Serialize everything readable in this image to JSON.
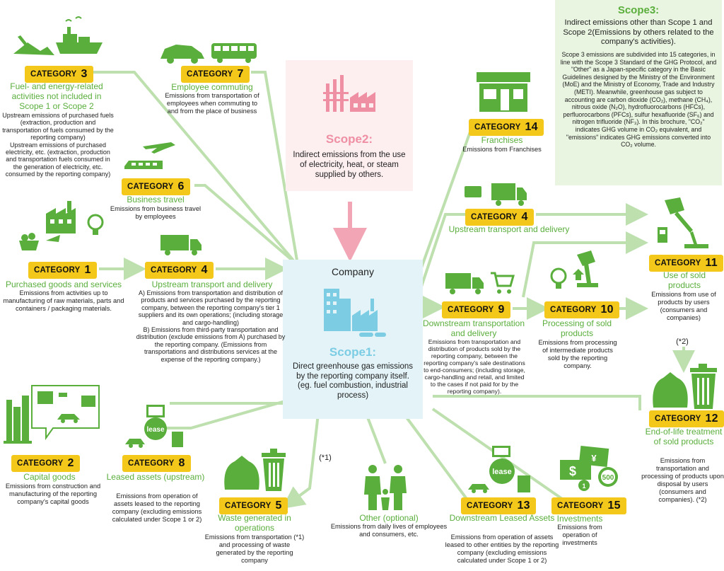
{
  "company": {
    "label": "Company",
    "scope_title": "Scope1:",
    "scope_desc": "Direct greenhouse gas emissions by the reporting company itself.\n(eg. fuel combustion, industrial process)"
  },
  "scope2": {
    "title": "Scope2:",
    "desc": "Indirect emissions from the use of electricity, heat, or steam supplied by others."
  },
  "scope3": {
    "title": "Scope3:",
    "subtitle": "Indirect emissions other than Scope 1 and Scope 2(Emissions by others related to the company's activities).",
    "desc": "Scope 3 emissions are subdivided into 15 categories, in line with the Scope 3 Standard of the GHG Protocol, and \"Other\" as a Japan-specific category in the Basic Guidelines designed by the Ministry of the Environment (MoE) and the Ministry of Economy, Trade and Industry (METI). Meanwhile, greenhouse gas subject to accounting are carbon dioxide (CO₂), methane (CH₄), nitrous oxide (N₂O), hydrofluorocarbons (HFCs), perfluorocarbons (PFCs), sulfur hexafluoride (SF₆) and nitrogen trifluoride (NF₃). In this brochure, \"CO₂\" indicates GHG volume in CO₂ equivalent, and \"emissions\" indicates GHG emissions converted into CO₂ volume."
  },
  "badge_word": "CATEGORY",
  "categories": {
    "c1": {
      "num": "1",
      "title": "Purchased goods and services",
      "desc": "Emissions from activities up to manufacturing of raw materials, parts and containers / packaging materials."
    },
    "c2": {
      "num": "2",
      "title": "Capital goods",
      "desc": "Emissions from construction and manufacturing of the reporting company's capital goods"
    },
    "c3": {
      "num": "3",
      "title": "Fuel- and energy-related activities not included in Scope 1 or Scope 2",
      "desc": "Upstream emissions of purchased fuels (extraction, production and transportation of fuels consumed by the reporting company)\nUpstream emissions of purchased electricity, etc. (extraction, production and transportation fuels consumed in the generation of electricity, etc. consumed by the reporting company)"
    },
    "c4a": {
      "num": "4",
      "title": "Upstream transport and delivery",
      "desc": "A) Emissions from transportation and distribution of products and services purchased by the reporting company, between the reporting company's tier 1 suppliers and its own operations; (including storage and cargo-handling)\nB) Emissions from third-party transportation and distribution (exclude emissions from A) purchased by the reporting company. (Emissions from transportations and distributions services at the expense of the reporting company.)"
    },
    "c4b": {
      "num": "4",
      "title": "Upstream transport and delivery"
    },
    "c5": {
      "num": "5",
      "title": "Waste generated in operations",
      "desc": "Emissions from transportation (*1) and processing of waste generated by the reporting company"
    },
    "c6": {
      "num": "6",
      "title": "Business travel",
      "desc": "Emissions from business travel by employees"
    },
    "c7": {
      "num": "7",
      "title": "Employee commuting",
      "desc": "Emissions from transportation of employees when commuting to and from the place of business"
    },
    "c8": {
      "num": "8",
      "title": "Leased assets (upstream)",
      "desc": "Emissions from operation of assets leased to the reporting company (excluding emissions calculated under Scope 1 or 2)"
    },
    "c9": {
      "num": "9",
      "title": "Downstream transportation and delivery",
      "desc": "Emissions from transportation and distribution of products sold by the reporting company, between the reporting company's sale destinations to end-consumers; (including storage, cargo-handling and retail, and limited to the cases if not paid for by the reporting company)."
    },
    "c10": {
      "num": "10",
      "title": "Processing of sold products",
      "desc": "Emissions from processing of intermediate products sold by the reporting company."
    },
    "c11": {
      "num": "11",
      "title": "Use of sold products",
      "desc": "Emissions from use of products by users (consumers and companies)"
    },
    "c12": {
      "num": "12",
      "title": "End-of-life treatment of sold products",
      "desc": "Emissions from transportation and processing of products upon disposal by users (consumers and companies). (*2)"
    },
    "c13": {
      "num": "13",
      "title": "Downstream Leased Assets",
      "desc": "Emissions from operation of assets leased to other entities by the reporting company (excluding emissions calculated under Scope 1 or 2)"
    },
    "c14": {
      "num": "14",
      "title": "Franchises",
      "desc": "Emissions from Franchises"
    },
    "c15": {
      "num": "15",
      "title": "Investments",
      "desc": "Emissions from operation of investments"
    },
    "other": {
      "title": "Other (optional)",
      "desc": "Emissions from daily lives of employees and consumers, etc."
    }
  },
  "notes": {
    "n1": "(*1)",
    "n2": "(*2)"
  },
  "icon_text": {
    "lease": "lease",
    "yen": "¥",
    "dollar": "$",
    "five_hundred": "500",
    "one": "1"
  },
  "colors": {
    "green": "#5aae3c",
    "line": "#bde0ae",
    "yellow": "#f4c81a",
    "pink": "#f2a5b4",
    "blue": "#7ccde4"
  }
}
